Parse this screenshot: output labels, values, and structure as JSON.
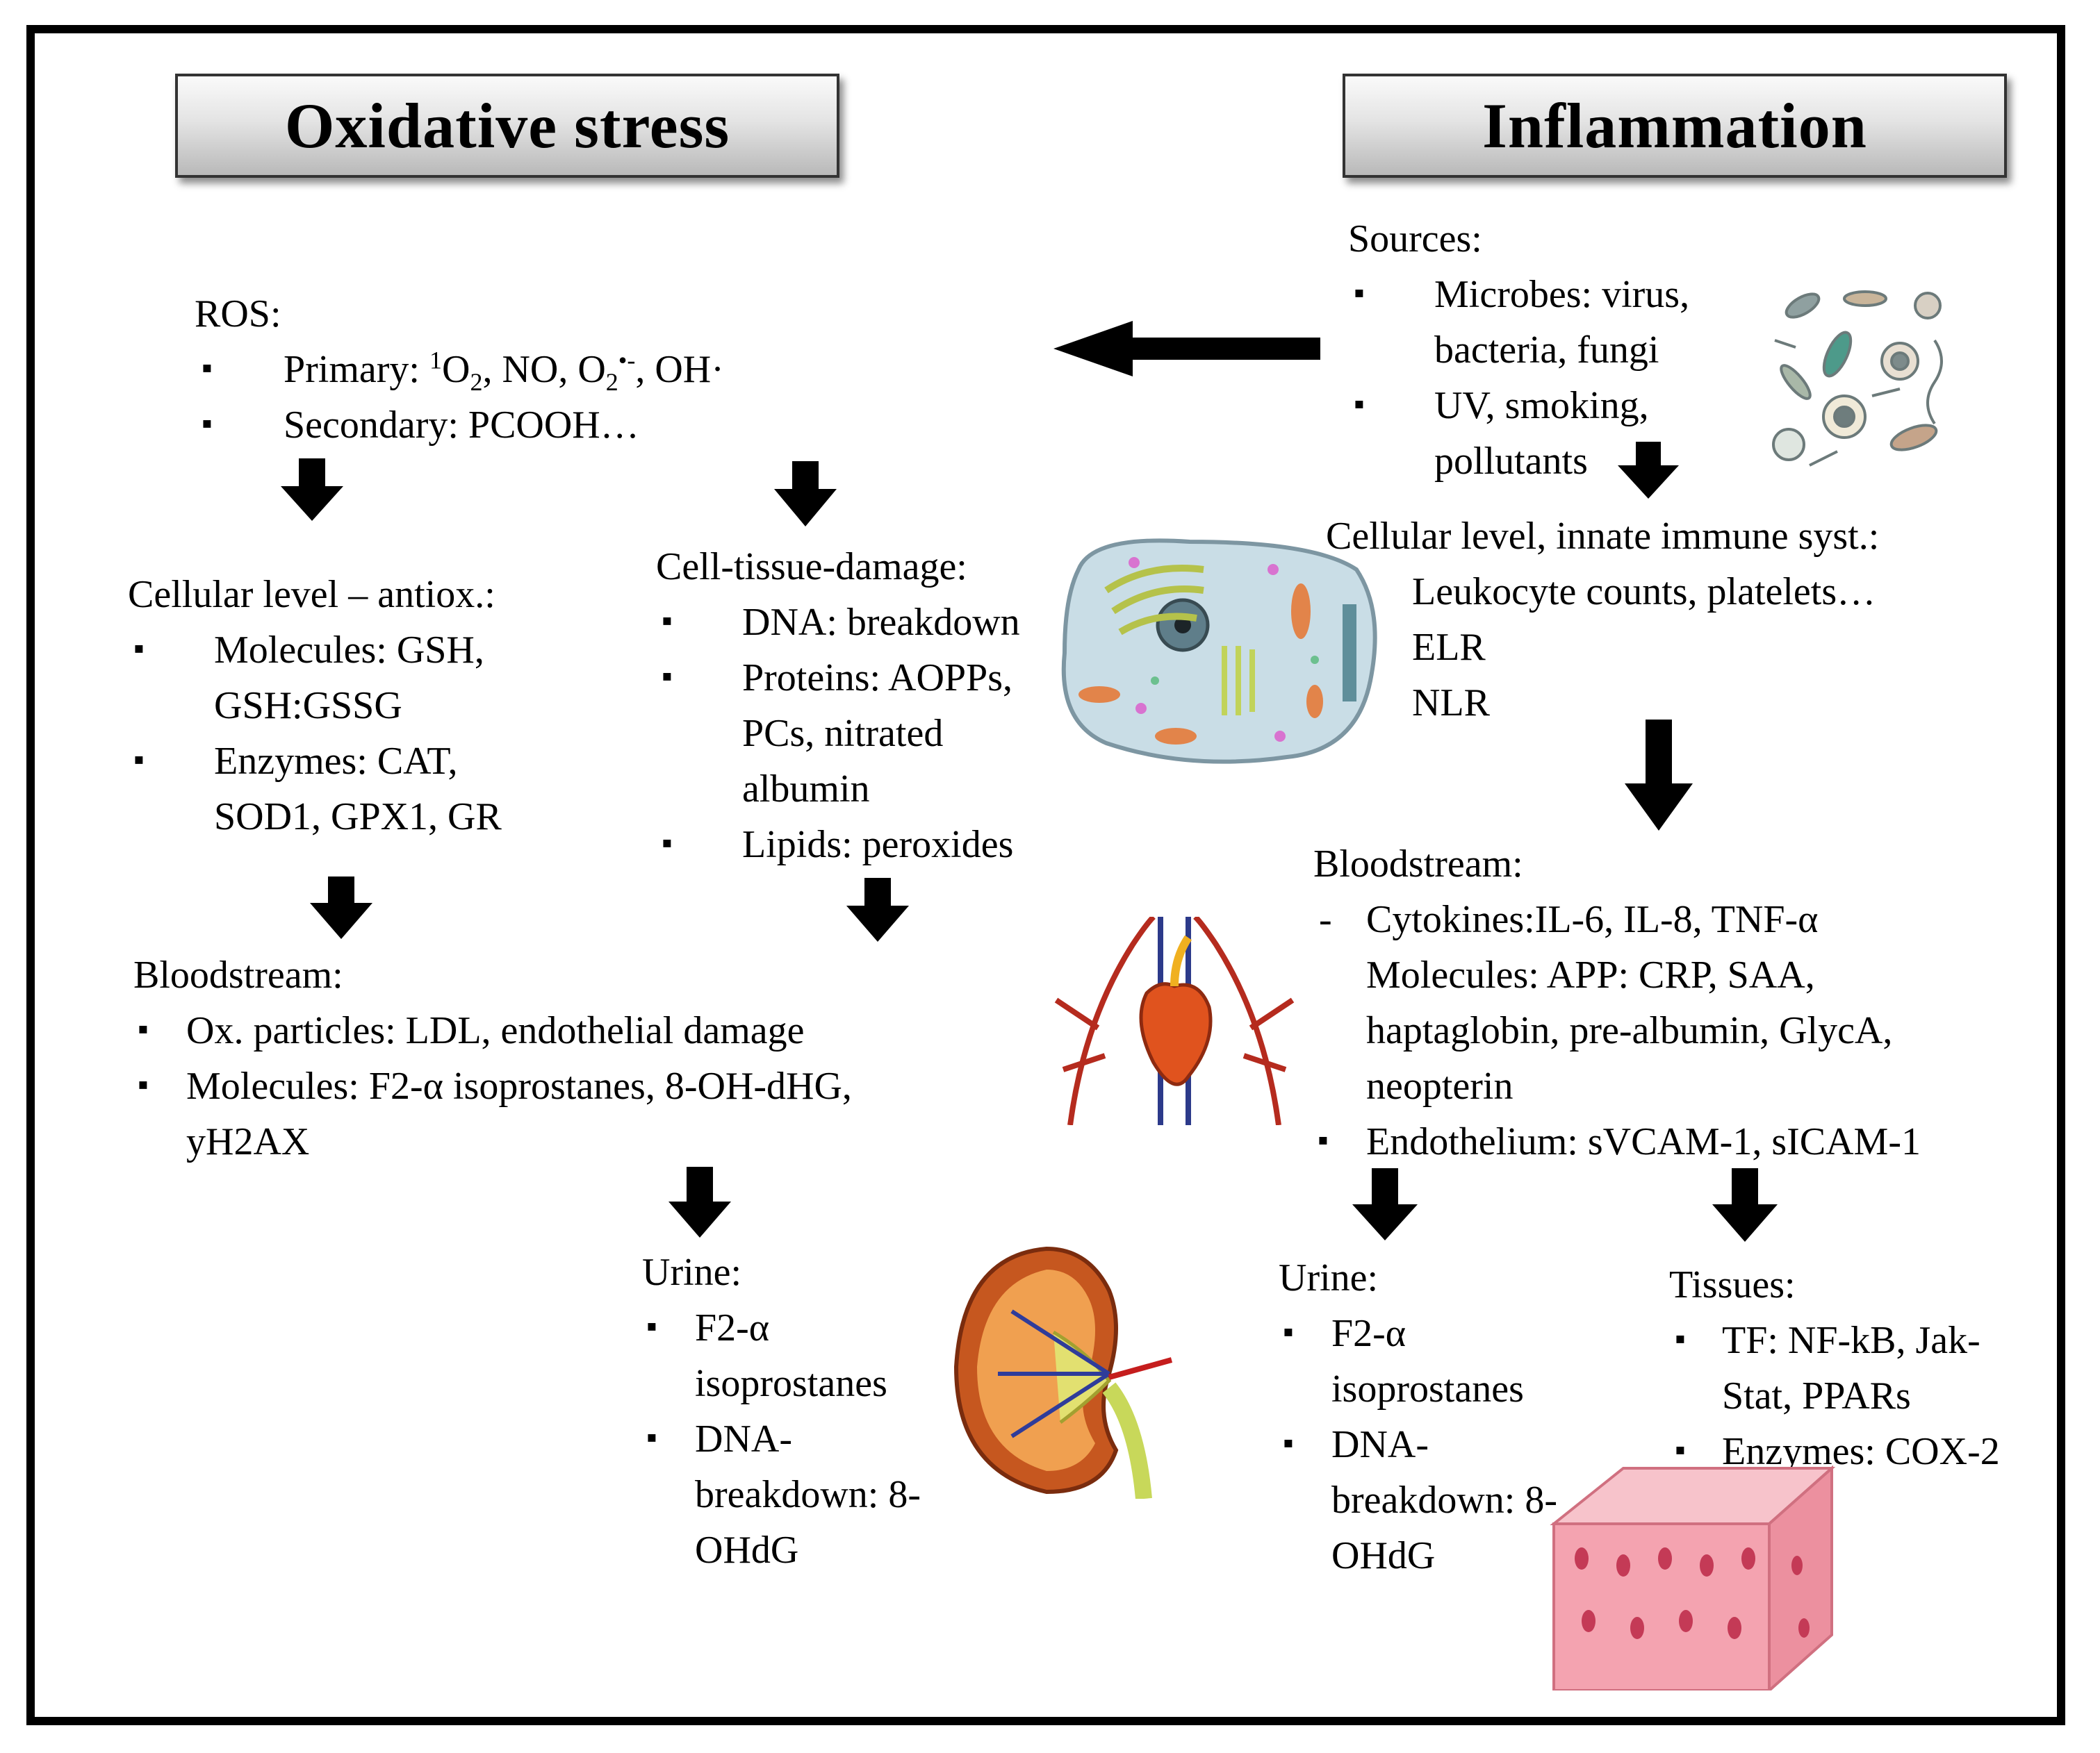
{
  "headers": {
    "oxidative": "Oxidative stress",
    "inflammation": "Inflammation"
  },
  "ros": {
    "title": "ROS:",
    "primary_label": "Primary: ",
    "primary_sup": "1",
    "primary_o": "O",
    "primary_sub": "2",
    "primary_mid": ", NO, O",
    "primary_sub2": "2",
    "primary_sup2": "•-",
    "primary_end": ", OH·",
    "secondary": "Secondary: PCOOH…"
  },
  "cell_antiox": {
    "title": "Cellular level – antiox.:",
    "items": [
      "Molecules: GSH,",
      "GSH:GSSG",
      "Enzymes:  CAT,",
      "SOD1, GPX1, GR"
    ]
  },
  "cell_damage": {
    "title": "Cell-tissue-damage:",
    "items": [
      "DNA: breakdown",
      "Proteins: AOPPs,",
      "PCs, nitrated",
      "albumin",
      "Lipids: peroxides"
    ]
  },
  "ox_blood": {
    "title": "Bloodstream:",
    "items": [
      "Ox. particles: LDL, endothelial damage",
      "Molecules: F2-α isoprostanes, 8-OH-dHG,",
      "yH2AX"
    ]
  },
  "ox_urine": {
    "title": "Urine:",
    "items": [
      "F2-α",
      "isoprostanes",
      "DNA-",
      "breakdown: 8-",
      "OHdG"
    ]
  },
  "sources": {
    "title": "Sources:",
    "items": [
      "Microbes: virus,",
      "bacteria, fungi",
      "UV, smoking,",
      "pollutants"
    ]
  },
  "innate": {
    "title": "Cellular level, innate immune  syst.:",
    "items": [
      "Leukocyte  counts, platelets…",
      "ELR",
      "NLR"
    ]
  },
  "inf_blood": {
    "title": "Bloodstream:",
    "items": [
      "Cytokines:IL-6,  IL-8,  TNF-α",
      "Molecules: APP: CRP, SAA,",
      "haptaglobin, pre-albumin, GlycA,",
      "neopterin",
      "Endothelium:  sVCAM-1, sICAM-1"
    ]
  },
  "inf_urine": {
    "title": "Urine:",
    "items": [
      "F2-α",
      "isoprostanes",
      "DNA-",
      "breakdown: 8-",
      "OHdG"
    ]
  },
  "tissues": {
    "title": "Tissues:",
    "items": [
      "TF: NF-kB, Jak-",
      "Stat, PPARs",
      "Enzymes:  COX-2"
    ]
  },
  "colors": {
    "arrow": "#000000",
    "border": "#000000",
    "header_grad_top": "#fafafa",
    "header_grad_bottom": "#b9b9b9"
  }
}
